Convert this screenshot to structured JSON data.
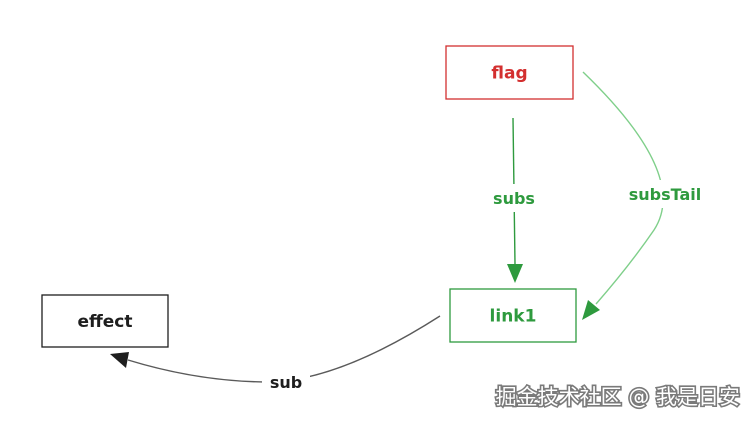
{
  "nodes": {
    "flag": {
      "label": "flag",
      "color": "#d32f2f"
    },
    "link1": {
      "label": "link1",
      "color": "#2e9a3e"
    },
    "effect": {
      "label": "effect",
      "color": "#1e1e1e"
    }
  },
  "edges": {
    "subs": {
      "label": "subs",
      "color": "#2e9a3e"
    },
    "subsTail": {
      "label": "subsTail",
      "color": "#2e9a3e"
    },
    "sub": {
      "label": "sub",
      "color": "#1e1e1e"
    }
  },
  "watermark": {
    "text": "掘金技术社区 @ 我是日安",
    "color": "#ffffff"
  }
}
